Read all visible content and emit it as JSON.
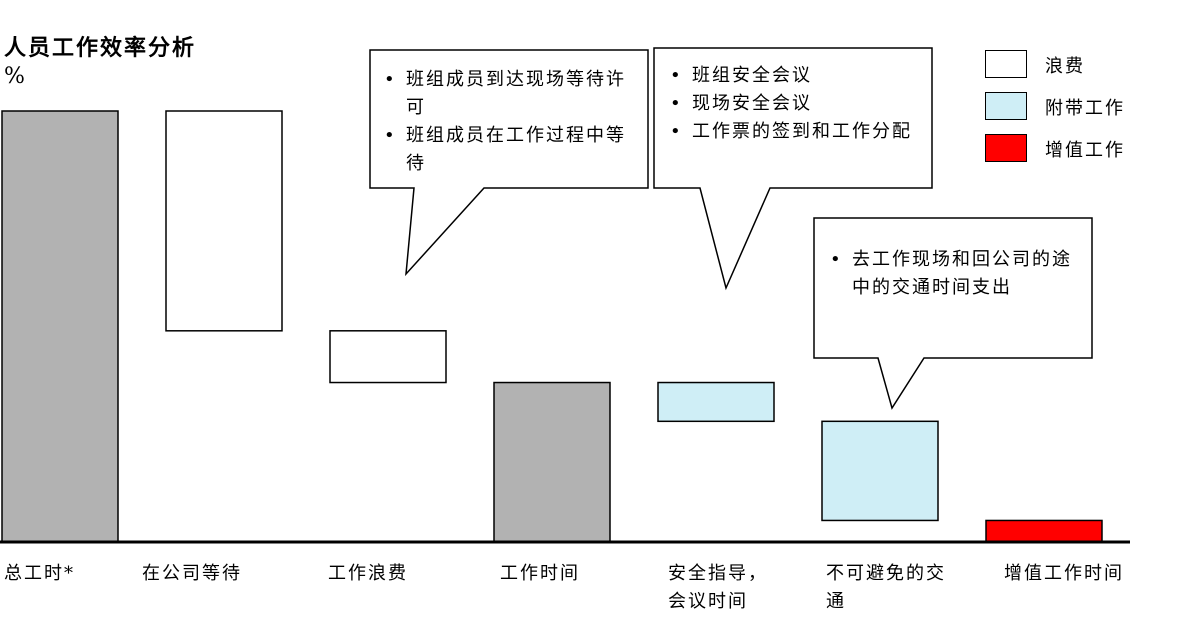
{
  "chart_data": {
    "type": "bar",
    "title": "人员工作效率分析",
    "ylabel": "%",
    "categories": [
      "总工时*",
      "在公司等待",
      "工作浪费",
      "工作时间",
      "安全指导，会议时间",
      "不可避免的交通",
      "增值工作时间"
    ],
    "bars": [
      {
        "category": "总工时*",
        "bottom": 0,
        "top": 100,
        "series": "total"
      },
      {
        "category": "在公司等待",
        "bottom": 49,
        "top": 100,
        "series": "浪费"
      },
      {
        "category": "工作浪费",
        "bottom": 37,
        "top": 49,
        "series": "浪费"
      },
      {
        "category": "工作时间",
        "bottom": 0,
        "top": 37,
        "series": "total"
      },
      {
        "category": "安全指导，会议时间",
        "bottom": 28,
        "top": 37,
        "series": "附带工作"
      },
      {
        "category": "不可避免的交通",
        "bottom": 5,
        "top": 28,
        "series": "附带工作"
      },
      {
        "category": "增值工作时间",
        "bottom": 0,
        "top": 5,
        "series": "增值工作"
      }
    ],
    "legend": [
      {
        "name": "浪费",
        "color": "#ffffff"
      },
      {
        "name": "附带工作",
        "color": "#cfeef6"
      },
      {
        "name": "增值工作",
        "color": "#ff0000"
      }
    ],
    "legend_position": "top-right",
    "ylim": [
      0,
      100
    ],
    "grid": false,
    "colors": {
      "total": "#b2b2b2",
      "浪费": "#ffffff",
      "附带工作": "#cfeef6",
      "增值工作": "#ff0000"
    }
  },
  "callouts": [
    {
      "id": "waiting",
      "items": [
        "班组成员到达现场等待许可",
        "班组成员在工作过程中等待"
      ]
    },
    {
      "id": "meeting",
      "items": [
        "班组安全会议",
        "现场安全会议",
        "工作票的签到和工作分配"
      ]
    },
    {
      "id": "traffic",
      "items": [
        "去工作现场和回公司的途中的交通时间支出"
      ]
    }
  ]
}
